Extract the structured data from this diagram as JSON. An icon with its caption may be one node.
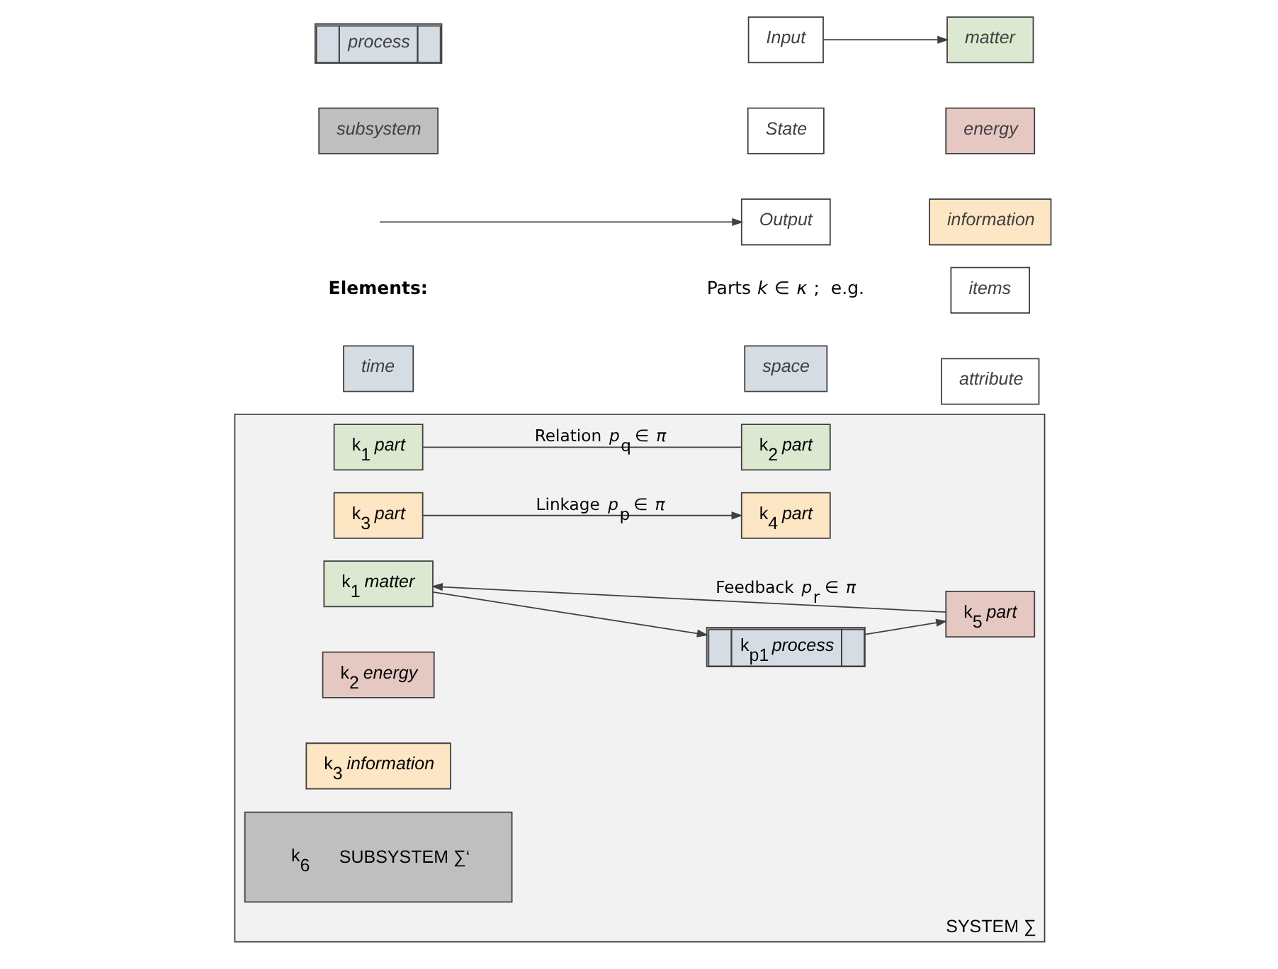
{
  "diagram": {
    "nodes": [
      {
        "text": [
          "SYSTEM ∑"
        ]
      },
      {
        "text": [
          "k$_{1}$ *part*"
        ],
        "in": 0
      },
      {
        "text": [
          "k$_{2}$ *part*"
        ],
        "in": 0
      },
      {
        "text": [
          "k$_{3}$ *part*"
        ],
        "in": 0
      },
      {
        "text": [
          "k$_{4}$ *part*"
        ],
        "in": 0
      },
      {
        "text": [
          "k$_{1}$ *matter*"
        ],
        "in": 0
      },
      {
        "text": [
          "k$_{2}$ *energy*"
        ],
        "in": 0
      },
      {
        "text": [
          "k$_{3}$ *information*"
        ],
        "in": 0
      },
      {
        "text": [
          "k$_{p1}$ *process*"
        ],
        "in": 0
      },
      {
        "text": [
          "k$_{5}$ *part*"
        ],
        "in": 0
      },
      {
        "text": [
          "k$_{6}$",
          "SUBSYSTEM ∑‘"
        ],
        "in": 0
      },
      {
        "text": [
          "time"
        ]
      },
      {
        "text": [
          "space"
        ]
      },
      {
        "text": [
          "items"
        ]
      },
      {
        "text": [
          "process"
        ]
      },
      {
        "text": [
          "attribute"
        ]
      },
      {
        "text": [
          "subsystem"
        ]
      },
      {
        "text": [
          "Input"
        ]
      },
      {
        "text": [
          "State"
        ]
      },
      {
        "text": [
          "Output"
        ]
      },
      {
        "text": [
          "matter"
        ]
      },
      {
        "text": [
          "energy"
        ]
      },
      {
        "text": [
          "information"
        ]
      }
    ],
    "edges": [
      {
        "from": 1,
        "to": 2,
        "arrow": "none",
        "label": "Relation *p*$_{q}$ ∈ *π*"
      },
      {
        "from": 3,
        "to": 4,
        "arrow": "to",
        "label": "Linkage *p*$_{p}$ ∈ *π*"
      },
      {
        "from": 5,
        "to": 8,
        "arrow": "to"
      },
      {
        "from": 8,
        "to": 9,
        "arrow": "to"
      },
      {
        "from": 9,
        "to": 5,
        "arrow": "to",
        "label": "Feedback *p*$_{r}$ ∈ *π*"
      },
      {
        "from": 17,
        "to": 20,
        "arrow": "to"
      },
      {
        "from": null,
        "to": 19,
        "arrow": "to"
      }
    ],
    "labels": [
      "**Elements:**",
      "Parts *k* ∈ *κ* ;  e.g."
    ]
  }
}
